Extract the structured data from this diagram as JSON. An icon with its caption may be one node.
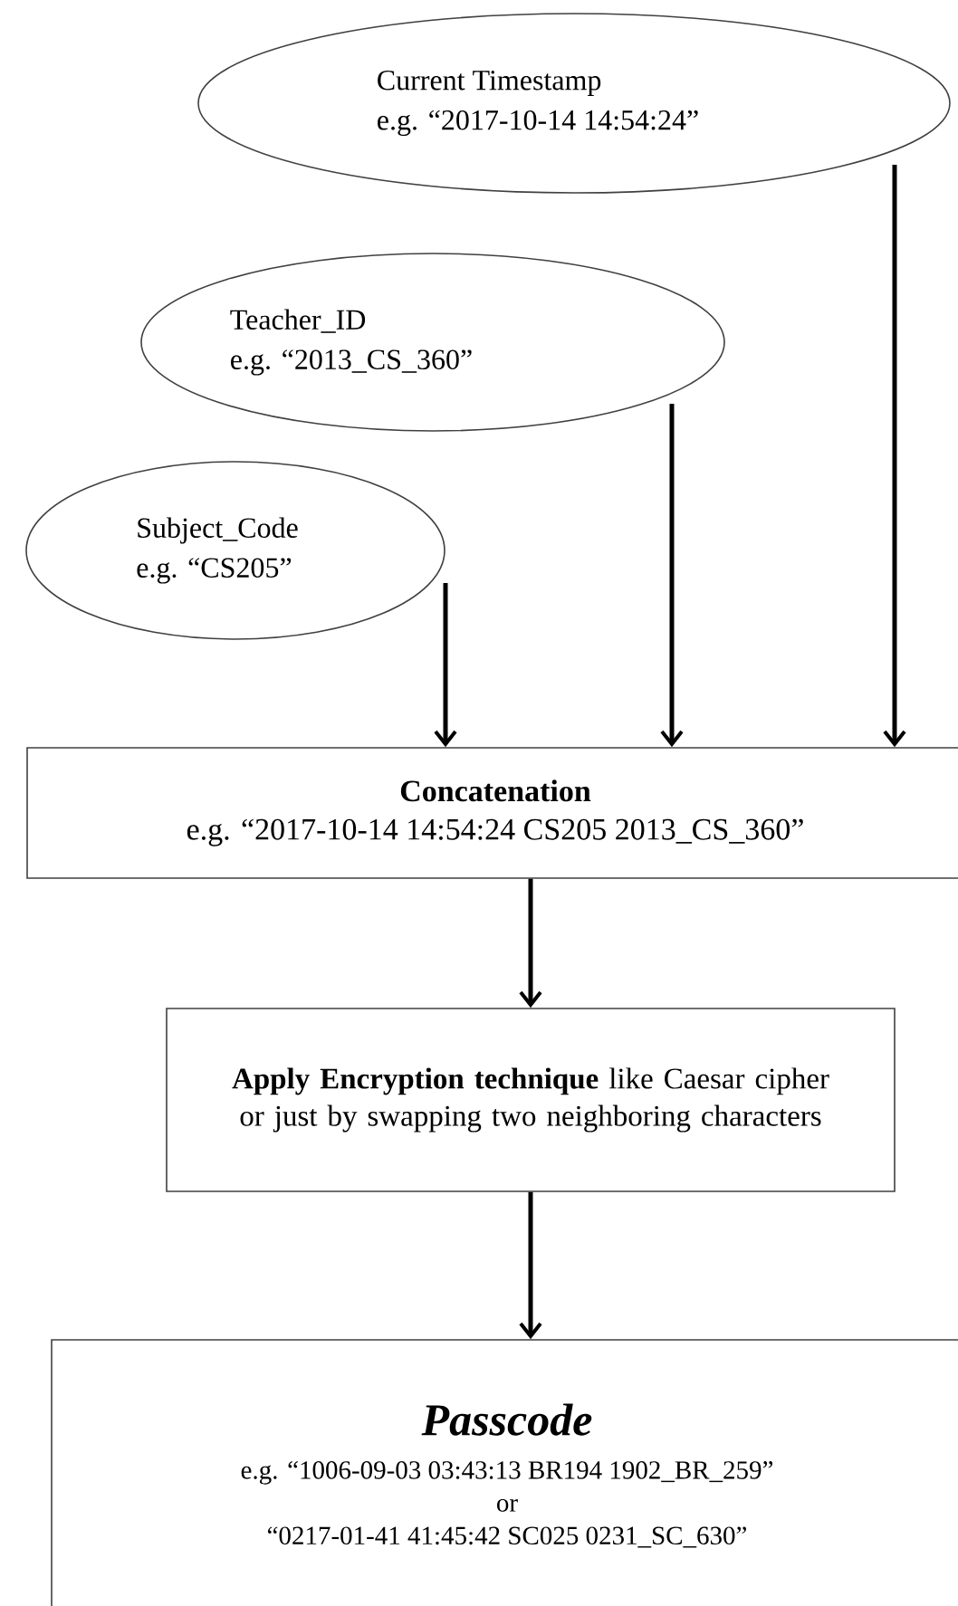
{
  "diagram": {
    "nodes": [
      {
        "text": [
          "Current Timestamp",
          "e.g. “2017-10-14 14:54:24”"
        ]
      },
      {
        "text": [
          "Teacher_ID",
          "e.g. “2013_CS_360”"
        ]
      },
      {
        "text": [
          "Subject_Code",
          "e.g. “CS205”"
        ]
      },
      {
        "text": [
          "Concatenation",
          "e.g. “2017-10-14 14:54:24 CS205 2013_CS_360”"
        ]
      },
      {
        "text": [
          "**Apply Encryption technique** like Caesar cipher or just by swapping two neighboring characters"
        ]
      },
      {
        "text": [
          "Passcode",
          "e.g. “1006-09-03 03:43:13 BR194 1902_BR_259”",
          "or",
          "“0217-01-41 41:45:42 SC025 0231_SC_630”"
        ]
      }
    ],
    "edges": [
      {
        "from": 2,
        "to": 3,
        "arrow": "to"
      },
      {
        "from": 1,
        "to": 3,
        "arrow": "to"
      },
      {
        "from": 0,
        "to": 3,
        "arrow": "to"
      },
      {
        "from": 3,
        "to": 4,
        "arrow": "to"
      },
      {
        "from": 4,
        "to": 5,
        "arrow": "to"
      }
    ]
  }
}
